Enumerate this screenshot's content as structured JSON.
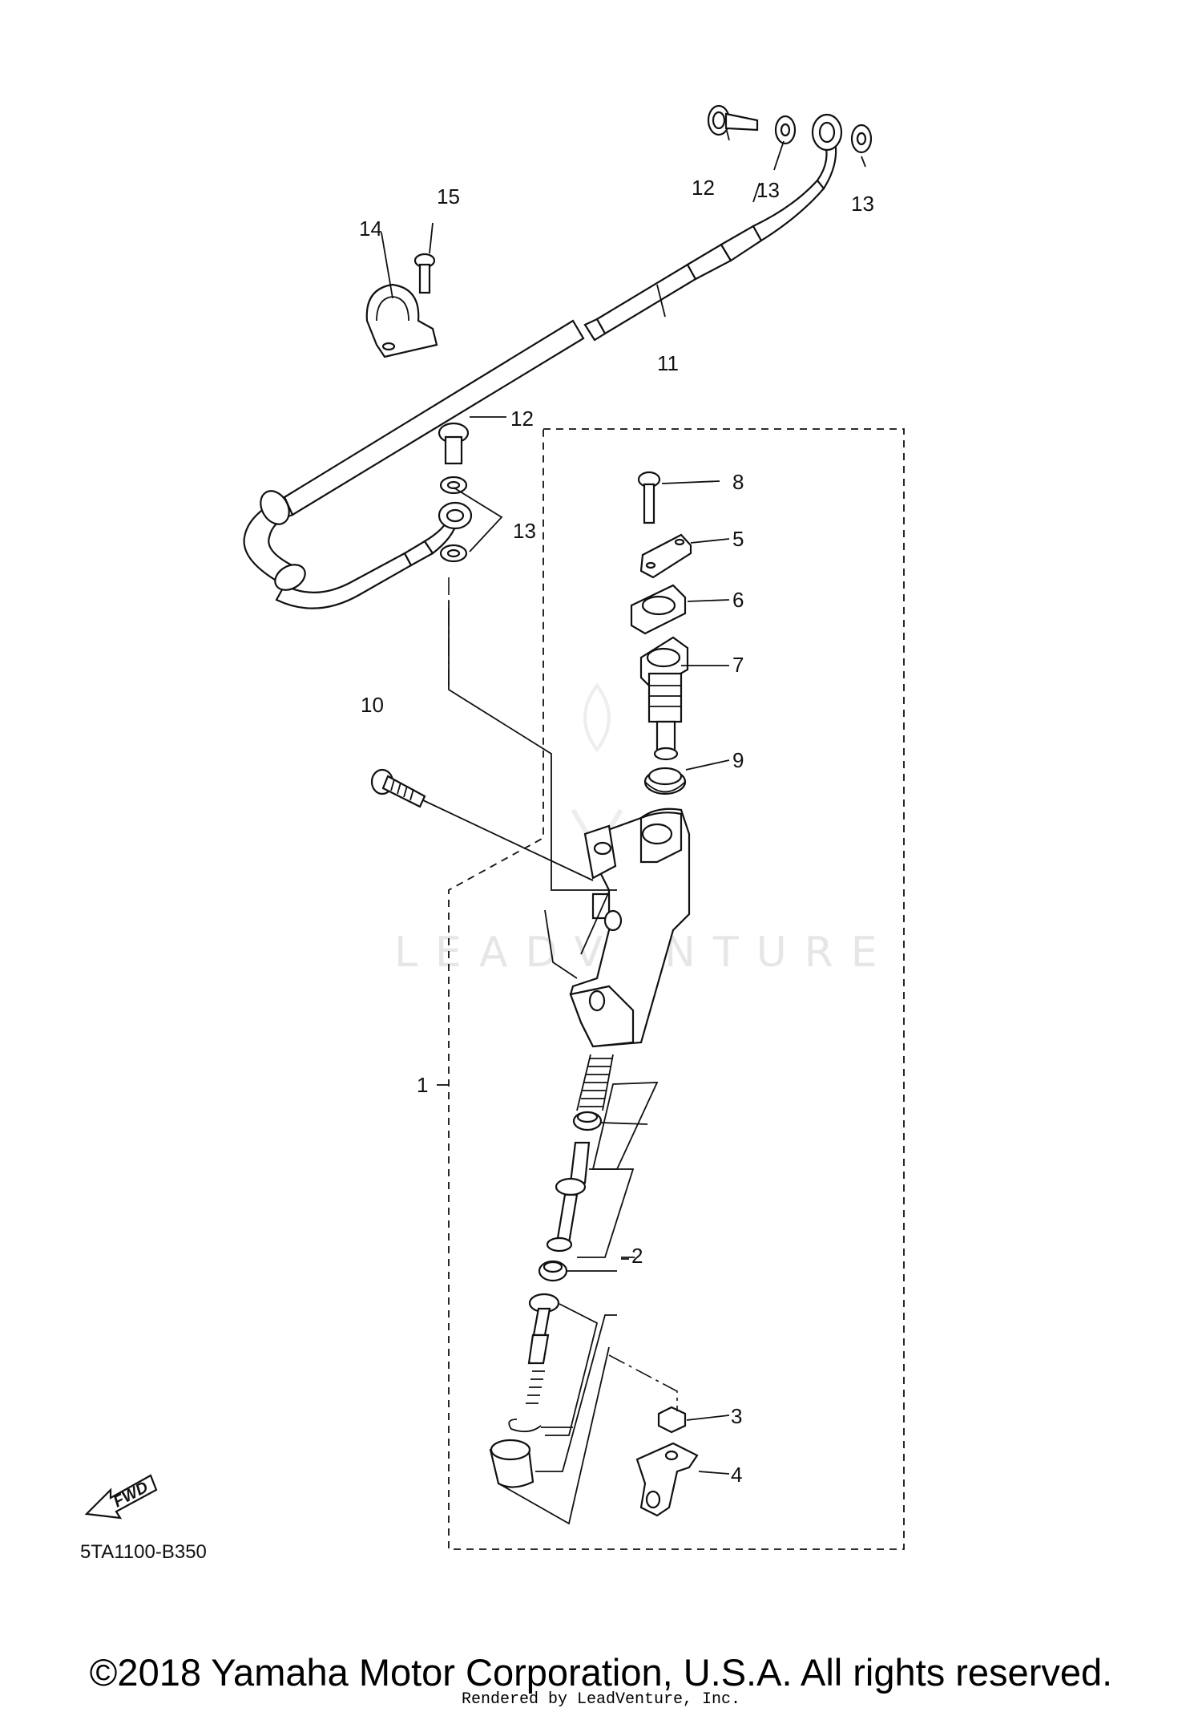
{
  "diagram": {
    "watermark": "LEADVENTURE",
    "code": "5TA1100-B350",
    "fwd_label": "FWD",
    "callouts": {
      "c1": "1",
      "c2": "2",
      "c3": "3",
      "c4": "4",
      "c5": "5",
      "c6": "6",
      "c7": "7",
      "c8": "8",
      "c9": "9",
      "c10": "10",
      "c11": "11",
      "c12a": "12",
      "c12b": "12",
      "c13a": "13",
      "c13b": "13",
      "c13c": "13",
      "c14": "14",
      "c15": "15"
    }
  },
  "footer": {
    "copyright": "©2018 Yamaha Motor Corporation, U.S.A. All rights reserved.",
    "rendered_by": "Rendered by LeadVenture, Inc."
  }
}
